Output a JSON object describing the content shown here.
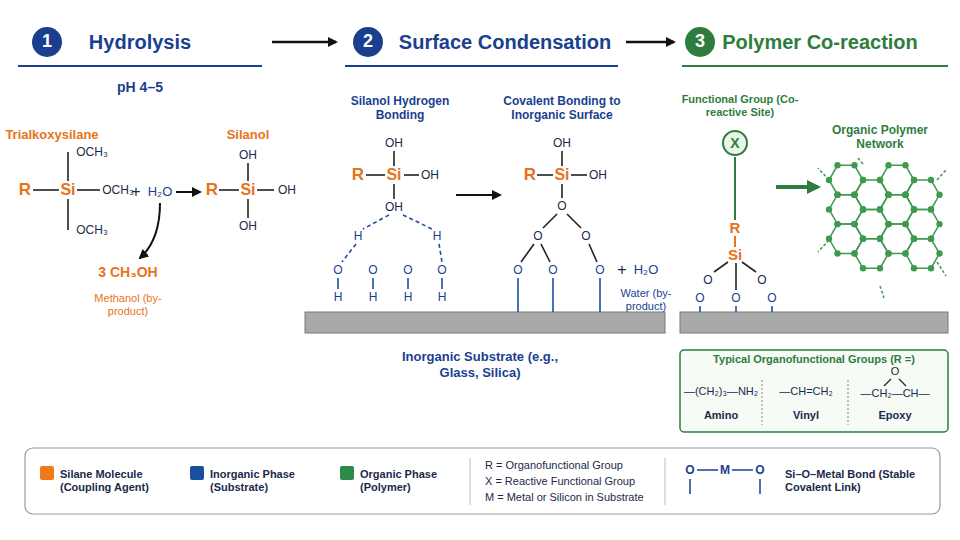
{
  "diagram": {
    "nodes": [
      {
        "text": [
          "1"
        ]
      },
      {
        "text": [
          "2"
        ]
      },
      {
        "text": [
          "3"
        ]
      },
      {
        "text": [
          "X"
        ]
      },
      {
        "text": [
          "Typical Organofunctional Groups (R =)",
          "—(CH₂)₃—NH₂",
          "Amino",
          "—CH=CH₂",
          "Vinyl",
          "O",
          "—CH₂—CH—",
          "Epoxy"
        ]
      }
    ],
    "labels": [
      "Hydrolysis",
      "Surface Condensation",
      "Polymer Co-reaction",
      "pH 4–5",
      "Trialkoxysilane",
      "Silanol",
      "OCH₃",
      "R",
      "Si",
      "OCH₃",
      "OCH₃",
      "+",
      "H₂O",
      "OH",
      "R",
      "Si",
      "OH",
      "OH",
      "3 CH₃OH",
      "Methanol (by-product)",
      "Silanol Hydrogen Bonding",
      "OH",
      "R",
      "Si",
      "OH",
      "OH",
      "H",
      "H",
      "O",
      "H",
      "O",
      "H",
      "O",
      "H",
      "O",
      "H",
      "Covalent Bonding to Inorganic Surface",
      "OH",
      "R",
      "Si",
      "OH",
      "O",
      "O",
      "O",
      "O",
      "O",
      "O",
      "+",
      "H₂O",
      "Water (by-product)",
      "Inorganic Substrate (e.g., Glass, Silica)",
      "Functional Group (Co-reactive Site)",
      "R",
      "Si",
      "O",
      "O",
      "O",
      "O",
      "O",
      "Organic Polymer Network",
      "R = Organofunctional Group",
      "X = Reactive Functional Group",
      "M = Metal or Silicon in Substrate",
      "O",
      "M",
      "O"
    ],
    "legend": [
      {
        "text": "Silane Molecule (Coupling Agent)",
        "color": "#f07a1a"
      },
      {
        "text": "Inorganic Phase (Substrate)",
        "color": "#1a4fa0"
      },
      {
        "text": "Organic Phase (Polymer)",
        "color": "#2e8b47"
      },
      {
        "text": "Si–O–Metal Bond (Stable Covalent Link)"
      }
    ]
  }
}
